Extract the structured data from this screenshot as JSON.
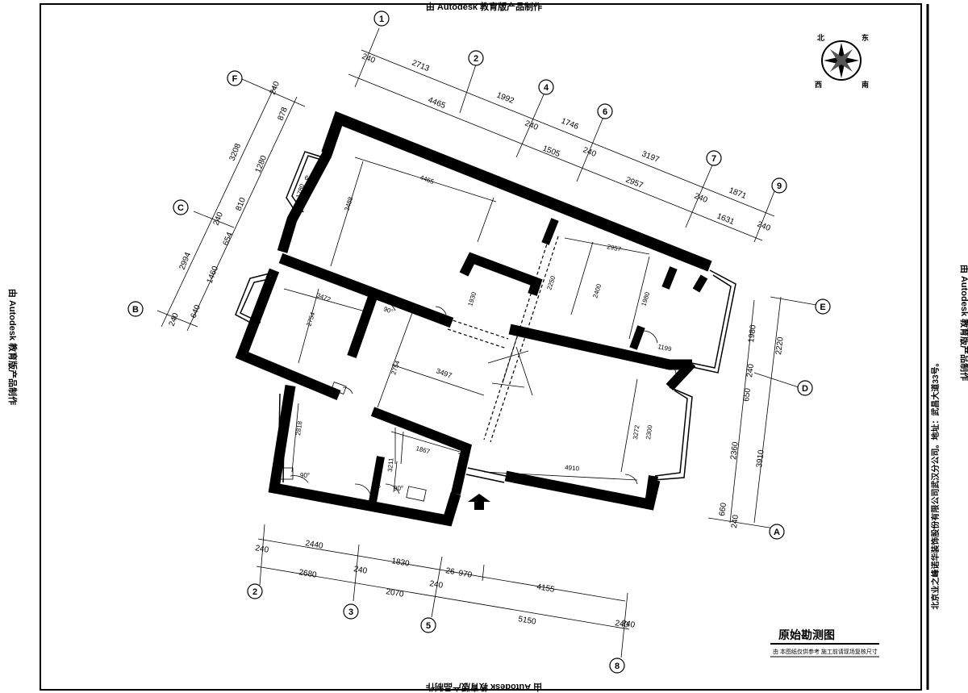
{
  "watermark": {
    "top": "由 Autodesk 教育版产品制作",
    "bottom": "由 Autodesk 教育版产品制作",
    "left": "由 Autodesk 教育版产品制作",
    "right": "由 Autodesk 教育版产品制作"
  },
  "company_note": "北京业之峰诺华装饰股份有限公司武汉分公司。地址：武昌大道33号。",
  "compass": {
    "labels": [
      "北",
      "东",
      "南",
      "西"
    ]
  },
  "title_block": {
    "title": "原始勘测图",
    "subtitle": "由 本图纸仅供参考 施工前请现场复核尺寸"
  },
  "grid_labels": {
    "top": [
      "1",
      "2",
      "4",
      "6",
      "7",
      "9"
    ],
    "left": [
      "F",
      "C",
      "B"
    ],
    "right": [
      "E",
      "D",
      "A"
    ],
    "bottom": [
      "2",
      "3",
      "5",
      "8"
    ]
  },
  "dimensions": {
    "top_outer": [
      "240",
      "2713",
      "1992",
      "1746",
      "3197",
      "1871",
      "240"
    ],
    "top_inner": [
      "4465",
      "240",
      "1505",
      "240",
      "2957",
      "240",
      "1631"
    ],
    "left_outer": [
      "240",
      "3208",
      "2994",
      "240"
    ],
    "left_inner": [
      "878",
      "1280",
      "810",
      "240",
      "654",
      "1460",
      "640"
    ],
    "right_outer": [
      "2220",
      "3910"
    ],
    "right_inner": [
      "1980",
      "240",
      "650",
      "2360",
      "660",
      "240"
    ],
    "bottom_row1": [
      "240",
      "2440",
      "1830",
      "240",
      "26",
      "970",
      "4155"
    ],
    "bottom_row2": [
      "2680",
      "240",
      "2070",
      "240",
      "5150",
      "240"
    ]
  },
  "room_dimensions": [
    "4465",
    "3488",
    "1780",
    "690",
    "878",
    "3472",
    "2754",
    "90°",
    "3497",
    "2754",
    "1930",
    "2250",
    "2957",
    "2400",
    "1980",
    "1199",
    "3272",
    "2300",
    "4910",
    "1867",
    "3211",
    "2818",
    "90°",
    "90°",
    "90°"
  ]
}
